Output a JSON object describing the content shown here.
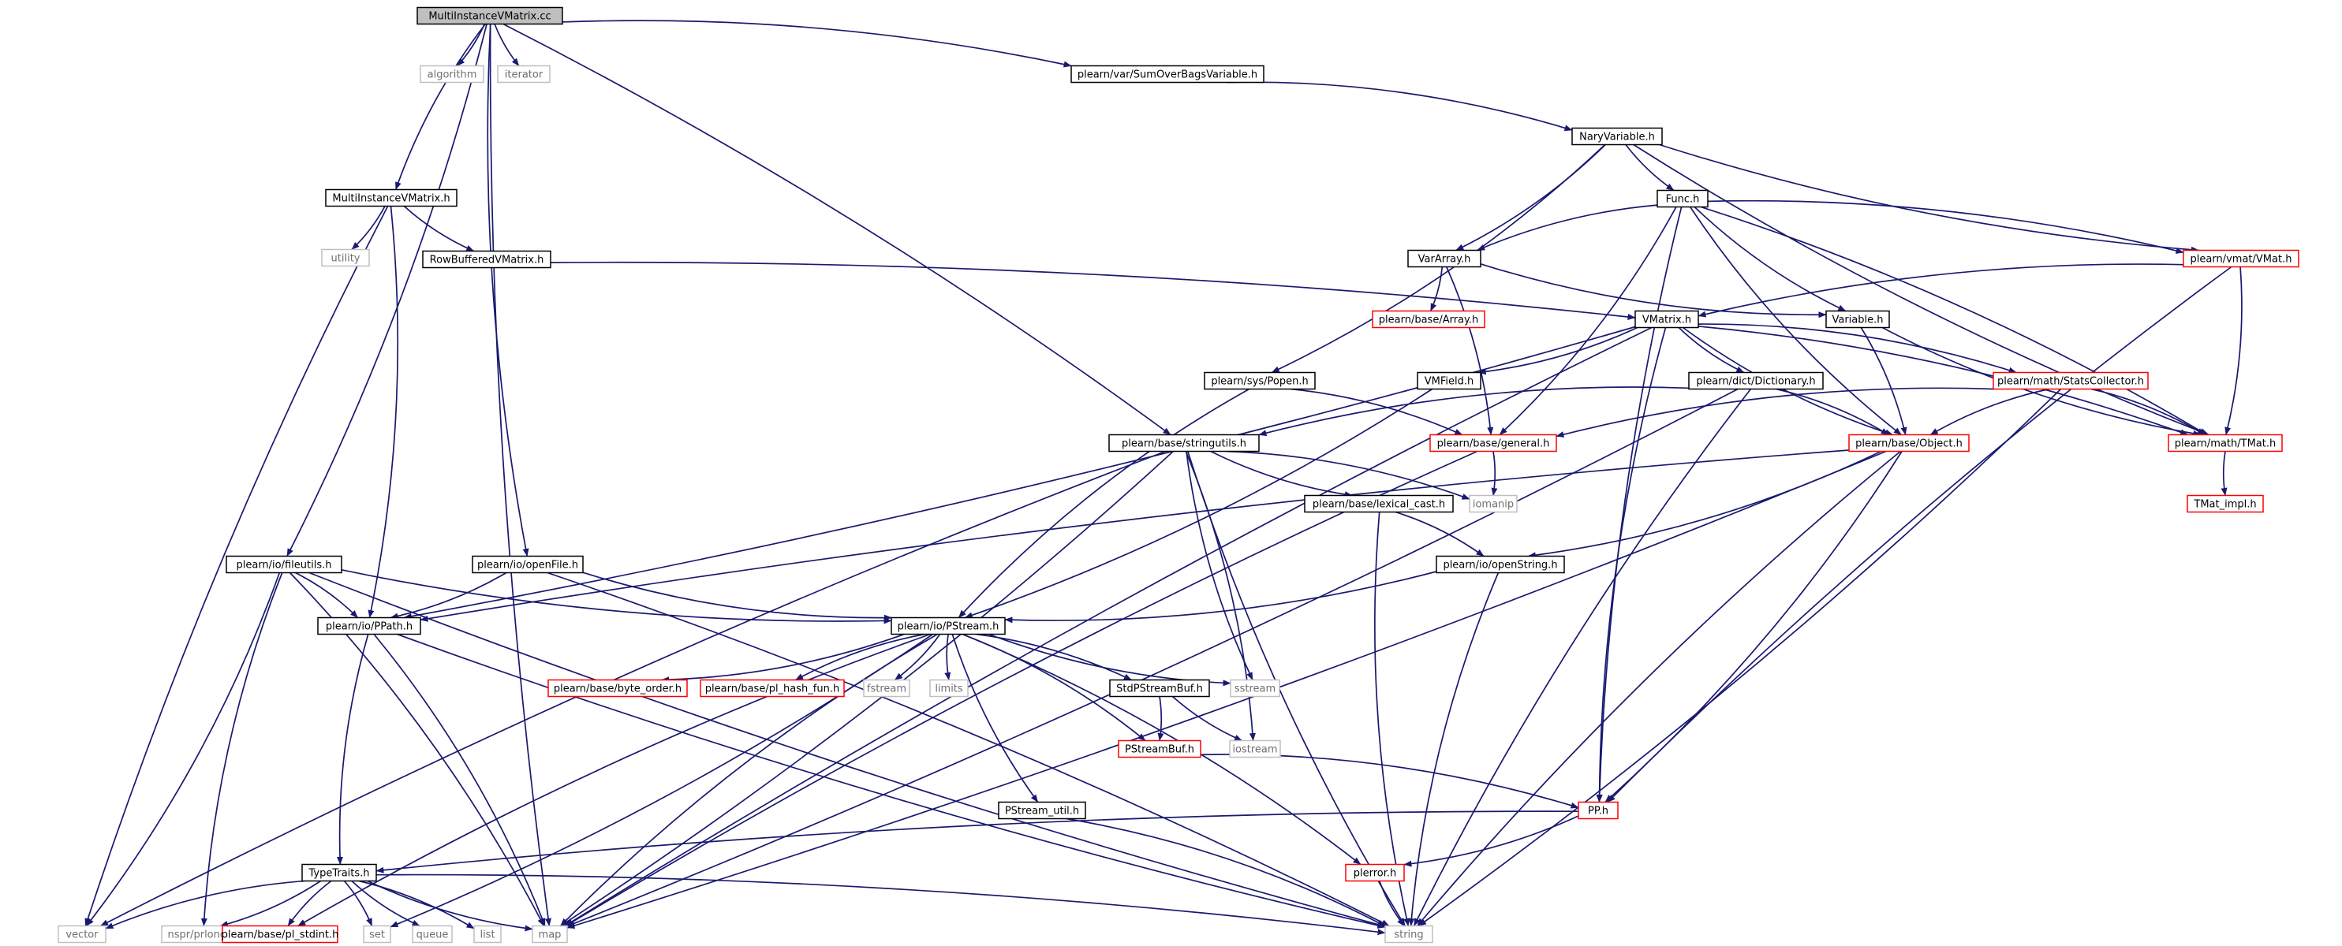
{
  "diagram": {
    "colors": {
      "edge": "#191970",
      "root_fill": "#bfbfbf",
      "normal_border": "#000000",
      "truncated_border": "#ff0000",
      "external_border": "#bfbfbf"
    },
    "nodes": [
      {
        "id": "root",
        "label": "MultiInstanceVMatrix.cc",
        "style": "root"
      },
      {
        "id": "algorithm",
        "label": "algorithm",
        "style": "external"
      },
      {
        "id": "iterator",
        "label": "iterator",
        "style": "external"
      },
      {
        "id": "sumoverbags",
        "label": "plearn/var/SumOverBagsVariable.h",
        "style": "normal"
      },
      {
        "id": "naryvar",
        "label": "NaryVariable.h",
        "style": "normal"
      },
      {
        "id": "mivm_h",
        "label": "MultiInstanceVMatrix.h",
        "style": "normal"
      },
      {
        "id": "utility",
        "label": "utility",
        "style": "external"
      },
      {
        "id": "rowbuf",
        "label": "RowBufferedVMatrix.h",
        "style": "normal"
      },
      {
        "id": "func",
        "label": "Func.h",
        "style": "normal"
      },
      {
        "id": "vararray",
        "label": "VarArray.h",
        "style": "normal"
      },
      {
        "id": "vmat",
        "label": "plearn/vmat/VMat.h",
        "style": "truncated"
      },
      {
        "id": "array",
        "label": "plearn/base/Array.h",
        "style": "truncated"
      },
      {
        "id": "vmatrix",
        "label": "VMatrix.h",
        "style": "normal"
      },
      {
        "id": "variable",
        "label": "Variable.h",
        "style": "normal"
      },
      {
        "id": "popen",
        "label": "plearn/sys/Popen.h",
        "style": "normal"
      },
      {
        "id": "vmfield",
        "label": "VMField.h",
        "style": "normal"
      },
      {
        "id": "dictionary",
        "label": "plearn/dict/Dictionary.h",
        "style": "normal"
      },
      {
        "id": "statscollector",
        "label": "plearn/math/StatsCollector.h",
        "style": "truncated"
      },
      {
        "id": "stringutils",
        "label": "plearn/base/stringutils.h",
        "style": "normal"
      },
      {
        "id": "general",
        "label": "plearn/base/general.h",
        "style": "truncated"
      },
      {
        "id": "object",
        "label": "plearn/base/Object.h",
        "style": "truncated"
      },
      {
        "id": "tmat",
        "label": "plearn/math/TMat.h",
        "style": "truncated"
      },
      {
        "id": "lexicalcast",
        "label": "plearn/base/lexical_cast.h",
        "style": "normal"
      },
      {
        "id": "iomanip",
        "label": "iomanip",
        "style": "external"
      },
      {
        "id": "tmatimpl",
        "label": "TMat_impl.h",
        "style": "truncated"
      },
      {
        "id": "fileutils",
        "label": "plearn/io/fileutils.h",
        "style": "normal"
      },
      {
        "id": "openfile",
        "label": "plearn/io/openFile.h",
        "style": "normal"
      },
      {
        "id": "openstring",
        "label": "plearn/io/openString.h",
        "style": "normal"
      },
      {
        "id": "ppath",
        "label": "plearn/io/PPath.h",
        "style": "normal"
      },
      {
        "id": "pstream",
        "label": "plearn/io/PStream.h",
        "style": "normal"
      },
      {
        "id": "byteorder",
        "label": "plearn/base/byte_order.h",
        "style": "truncated"
      },
      {
        "id": "plhash",
        "label": "plearn/base/pl_hash_fun.h",
        "style": "truncated"
      },
      {
        "id": "fstream",
        "label": "fstream",
        "style": "external"
      },
      {
        "id": "limits",
        "label": "limits",
        "style": "external"
      },
      {
        "id": "stdpsbuf",
        "label": "StdPStreamBuf.h",
        "style": "normal"
      },
      {
        "id": "sstream",
        "label": "sstream",
        "style": "external"
      },
      {
        "id": "iostream",
        "label": "iostream",
        "style": "external"
      },
      {
        "id": "pstreambuf",
        "label": "PStreamBuf.h",
        "style": "truncated"
      },
      {
        "id": "pstreamutil",
        "label": "PStream_util.h",
        "style": "normal"
      },
      {
        "id": "pp",
        "label": "PP.h",
        "style": "truncated"
      },
      {
        "id": "plerror",
        "label": "plerror.h",
        "style": "truncated"
      },
      {
        "id": "typetraits",
        "label": "TypeTraits.h",
        "style": "normal"
      },
      {
        "id": "vector",
        "label": "vector",
        "style": "external"
      },
      {
        "id": "nsprlong",
        "label": "nspr/prlong.h",
        "style": "external"
      },
      {
        "id": "plstdint",
        "label": "plearn/base/pl_stdint.h",
        "style": "truncated"
      },
      {
        "id": "set",
        "label": "set",
        "style": "external"
      },
      {
        "id": "queue",
        "label": "queue",
        "style": "external"
      },
      {
        "id": "list",
        "label": "list",
        "style": "external"
      },
      {
        "id": "map",
        "label": "map",
        "style": "external"
      },
      {
        "id": "string",
        "label": "string",
        "style": "external"
      }
    ],
    "edges": [
      [
        "root",
        "algorithm"
      ],
      [
        "root",
        "iterator"
      ],
      [
        "root",
        "sumoverbags"
      ],
      [
        "root",
        "mivm_h"
      ],
      [
        "root",
        "fileutils"
      ],
      [
        "root",
        "openfile"
      ],
      [
        "root",
        "stringutils"
      ],
      [
        "root",
        "map"
      ],
      [
        "sumoverbags",
        "naryvar"
      ],
      [
        "naryvar",
        "func"
      ],
      [
        "naryvar",
        "vararray"
      ],
      [
        "naryvar",
        "vmat"
      ],
      [
        "naryvar",
        "popen"
      ],
      [
        "naryvar",
        "tmat"
      ],
      [
        "mivm_h",
        "utility"
      ],
      [
        "mivm_h",
        "rowbuf"
      ],
      [
        "mivm_h",
        "ppath"
      ],
      [
        "mivm_h",
        "vector"
      ],
      [
        "rowbuf",
        "vmatrix"
      ],
      [
        "func",
        "vararray"
      ],
      [
        "func",
        "vmat"
      ],
      [
        "func",
        "variable"
      ],
      [
        "func",
        "general"
      ],
      [
        "func",
        "object"
      ],
      [
        "func",
        "tmat"
      ],
      [
        "func",
        "pp"
      ],
      [
        "vararray",
        "array"
      ],
      [
        "vararray",
        "variable"
      ],
      [
        "vararray",
        "general"
      ],
      [
        "vmat",
        "vmatrix"
      ],
      [
        "vmat",
        "tmat"
      ],
      [
        "vmat",
        "pp"
      ],
      [
        "vmatrix",
        "vmfield"
      ],
      [
        "vmatrix",
        "dictionary"
      ],
      [
        "vmatrix",
        "statscollector"
      ],
      [
        "vmatrix",
        "object"
      ],
      [
        "vmatrix",
        "tmat"
      ],
      [
        "vmatrix",
        "pp"
      ],
      [
        "vmatrix",
        "ppath"
      ],
      [
        "vmatrix",
        "map"
      ],
      [
        "variable",
        "object"
      ],
      [
        "variable",
        "tmat"
      ],
      [
        "popen",
        "general"
      ],
      [
        "popen",
        "pstream"
      ],
      [
        "vmfield",
        "pstream"
      ],
      [
        "dictionary",
        "stringutils"
      ],
      [
        "dictionary",
        "object"
      ],
      [
        "dictionary",
        "string"
      ],
      [
        "dictionary",
        "map"
      ],
      [
        "statscollector",
        "object"
      ],
      [
        "statscollector",
        "tmat"
      ],
      [
        "statscollector",
        "general"
      ],
      [
        "statscollector",
        "string"
      ],
      [
        "stringutils",
        "lexicalcast"
      ],
      [
        "stringutils",
        "iomanip"
      ],
      [
        "stringutils",
        "sstream"
      ],
      [
        "stringutils",
        "iostream"
      ],
      [
        "stringutils",
        "string"
      ],
      [
        "stringutils",
        "map"
      ],
      [
        "stringutils",
        "vector"
      ],
      [
        "general",
        "iomanip"
      ],
      [
        "general",
        "map"
      ],
      [
        "object",
        "openstring"
      ],
      [
        "object",
        "ppath"
      ],
      [
        "object",
        "pp"
      ],
      [
        "object",
        "string"
      ],
      [
        "object",
        "map"
      ],
      [
        "tmat",
        "tmatimpl"
      ],
      [
        "lexicalcast",
        "openstring"
      ],
      [
        "lexicalcast",
        "string"
      ],
      [
        "openstring",
        "pstream"
      ],
      [
        "openstring",
        "string"
      ],
      [
        "fileutils",
        "ppath"
      ],
      [
        "fileutils",
        "pstream"
      ],
      [
        "fileutils",
        "vector"
      ],
      [
        "fileutils",
        "nsprlong"
      ],
      [
        "fileutils",
        "map"
      ],
      [
        "fileutils",
        "string"
      ],
      [
        "openfile",
        "ppath"
      ],
      [
        "openfile",
        "pstream"
      ],
      [
        "openfile",
        "string"
      ],
      [
        "ppath",
        "typetraits"
      ],
      [
        "ppath",
        "map"
      ],
      [
        "ppath",
        "string"
      ],
      [
        "pstream",
        "byteorder"
      ],
      [
        "pstream",
        "plhash"
      ],
      [
        "pstream",
        "fstream"
      ],
      [
        "pstream",
        "limits"
      ],
      [
        "pstream",
        "stdpsbuf"
      ],
      [
        "pstream",
        "sstream"
      ],
      [
        "pstream",
        "pstreambuf"
      ],
      [
        "pstream",
        "pstreamutil"
      ],
      [
        "pstream",
        "plerror"
      ],
      [
        "pstream",
        "map"
      ],
      [
        "pstream",
        "set"
      ],
      [
        "pstream",
        "plstdint"
      ],
      [
        "stdpsbuf",
        "pstreambuf"
      ],
      [
        "stdpsbuf",
        "iostream"
      ],
      [
        "pstreambuf",
        "pp"
      ],
      [
        "pp",
        "typetraits"
      ],
      [
        "pp",
        "plerror"
      ],
      [
        "plerror",
        "string"
      ],
      [
        "pstreamutil",
        "string"
      ],
      [
        "typetraits",
        "vector"
      ],
      [
        "typetraits",
        "nsprlong"
      ],
      [
        "typetraits",
        "plstdint"
      ],
      [
        "typetraits",
        "set"
      ],
      [
        "typetraits",
        "queue"
      ],
      [
        "typetraits",
        "list"
      ],
      [
        "typetraits",
        "map"
      ],
      [
        "typetraits",
        "string"
      ]
    ]
  }
}
